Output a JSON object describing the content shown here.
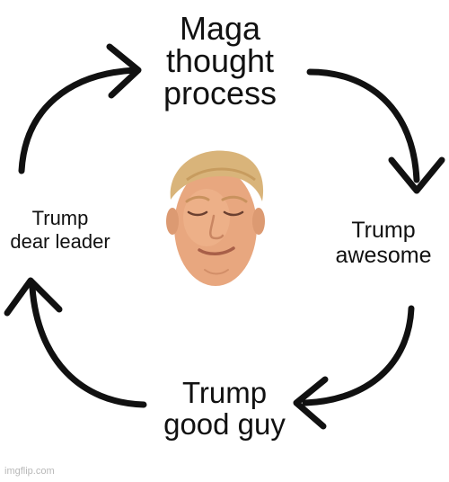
{
  "diagram": {
    "nodes": [
      {
        "id": "top",
        "text": "Maga\nthought\nprocess"
      },
      {
        "id": "right",
        "text": "Trump\nawesome"
      },
      {
        "id": "bottom",
        "text": "Trump\ngood guy"
      },
      {
        "id": "left",
        "text": "Trump\ndear leader"
      }
    ],
    "edges": [
      {
        "from": "top",
        "to": "right"
      },
      {
        "from": "right",
        "to": "bottom"
      },
      {
        "from": "bottom",
        "to": "left"
      },
      {
        "from": "left",
        "to": "top"
      }
    ],
    "center_image": "trump-face-photo",
    "arrow_color": "#111111"
  },
  "watermark": "imgflip.com"
}
